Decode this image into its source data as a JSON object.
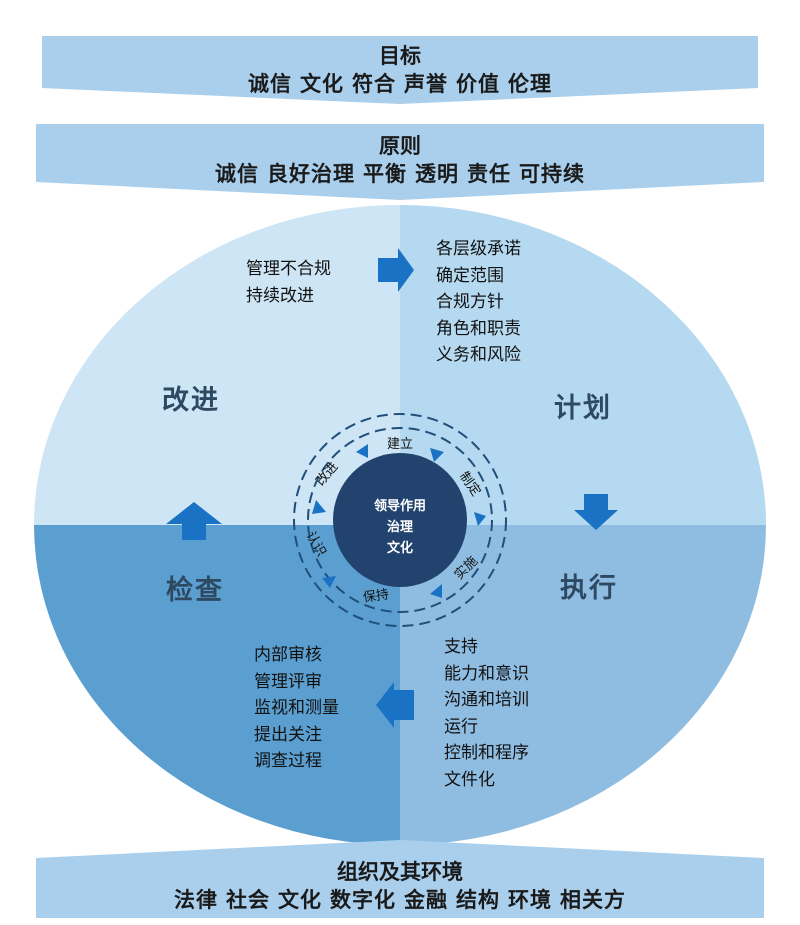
{
  "top_banner": {
    "title": "目标",
    "items": [
      "诚信",
      "文化",
      "符合",
      "声誉",
      "价值",
      "伦理"
    ]
  },
  "principle_banner": {
    "title": "原则",
    "items": [
      "诚信",
      "良好治理",
      "平衡",
      "透明",
      "责任",
      "可持续"
    ]
  },
  "bottom_banner": {
    "title": "组织及其环境",
    "items": [
      "法律",
      "社会",
      "文化",
      "数字化",
      "金融",
      "结构",
      "环境",
      "相关方"
    ]
  },
  "quadrants": {
    "improve": {
      "label": "改进",
      "items": [
        "管理不合规",
        "持续改进"
      ]
    },
    "plan": {
      "label": "计划",
      "items": [
        "各层级承诺",
        "确定范围",
        "合规方针",
        "角色和职责",
        "义务和风险"
      ]
    },
    "check": {
      "label": "检查",
      "items": [
        "内部审核",
        "管理评审",
        "监视和测量",
        "提出关注",
        "调查过程"
      ]
    },
    "do": {
      "label": "执行",
      "items": [
        "支持",
        "能力和意识",
        "沟通和培训",
        "运行",
        "控制和程序",
        "文件化"
      ]
    }
  },
  "center": {
    "lines": [
      "领导作用",
      "治理",
      "文化"
    ],
    "cycle": [
      "建立",
      "制定",
      "实施",
      "保持",
      "认识",
      "改进"
    ]
  },
  "colors": {
    "banner": "#a9cfec",
    "improve": "#cde5f4",
    "plan": "#b5d9f0",
    "check": "#5b9fd0",
    "do": "#8fbde2",
    "center": "#21436e",
    "arrow": "#1a72c4"
  }
}
